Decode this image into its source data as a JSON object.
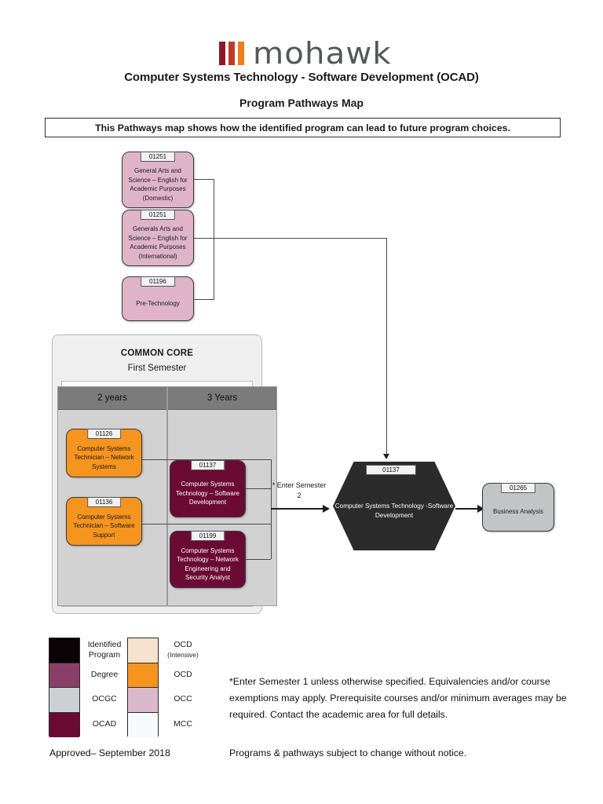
{
  "header": {
    "logo_word": "mohawk",
    "logo_bar_colors": [
      "#8f1a2b",
      "#c0392b",
      "#ef7d1a"
    ],
    "title": "Computer Systems Technology - Software Development (OCAD)",
    "subtitle": "Program Pathways Map",
    "banner": "This Pathways map shows how the identified program can lead to future program choices."
  },
  "feeder_programs": [
    {
      "code": "01251",
      "label": "General Arts and Science – English for Academic Purposes (Domestic)",
      "color": "#dfb4c8",
      "category": "OCC"
    },
    {
      "code": "01251",
      "label": "Generals Arts and Science – English for Academic Purposes (International)",
      "color": "#dfb4c8",
      "category": "OCC"
    },
    {
      "code": "01196",
      "label": "Pre-Technology",
      "color": "#dfb4c8",
      "category": "OCC"
    }
  ],
  "common_core": {
    "title": "COMMON CORE",
    "subtitle": "First Semester",
    "columns": [
      {
        "header": "2 years",
        "programs": [
          {
            "code": "01126",
            "label": "Computer Systems Technician – Network Systems",
            "color": "#f5941e",
            "category": "OCD"
          },
          {
            "code": "01136",
            "label": "Computer Systems Technician – Software Support",
            "color": "#f5941e",
            "category": "OCD"
          }
        ]
      },
      {
        "header": "3 Years",
        "programs": [
          {
            "code": "01137",
            "label": "Computer Systems Technology – Software Development",
            "color": "#6b0a33",
            "category": "OCAD"
          },
          {
            "code": "01199",
            "label": "Computer Systems Technology – Network Engineering and Security Analyst",
            "color": "#6b0a33",
            "category": "OCAD"
          }
        ]
      }
    ]
  },
  "transfer_note": "* Enter Semester 2",
  "identified_program": {
    "code": "01137",
    "label": "Computer Systems Technology -Software Development",
    "color": "#2b2b2b",
    "category": "Identified Program"
  },
  "destination": {
    "code": "01265",
    "label": "Business Analysis",
    "color": "#c2c4c6",
    "category": "OCGC"
  },
  "legend": {
    "column_1": [
      {
        "color": "#0a0406",
        "label": "Identified Program"
      },
      {
        "color": "#8a3f68",
        "label": "Degree"
      },
      {
        "color": "#ccd0d3",
        "label": "OCGC"
      },
      {
        "color": "#6b0a33",
        "label": "OCAD"
      }
    ],
    "column_2": [
      {
        "color": "#f7e2cd",
        "label": "OCD",
        "sublabel": "(Intensive)"
      },
      {
        "color": "#f5941e",
        "label": "OCD",
        "sublabel": ""
      },
      {
        "color": "#dab9cc",
        "label": "OCC",
        "sublabel": ""
      },
      {
        "color": "#f7fafc",
        "label": "MCC",
        "sublabel": ""
      }
    ]
  },
  "footnote": "*Enter Semester 1 unless otherwise specified. Equivalencies and/or course exemptions may apply. Prerequisite courses and/or minimum averages may be required. Contact the academic area for full details.",
  "footer": {
    "approved": "Approved– September 2018",
    "disclaimer": "Programs & pathways subject to change without notice."
  }
}
